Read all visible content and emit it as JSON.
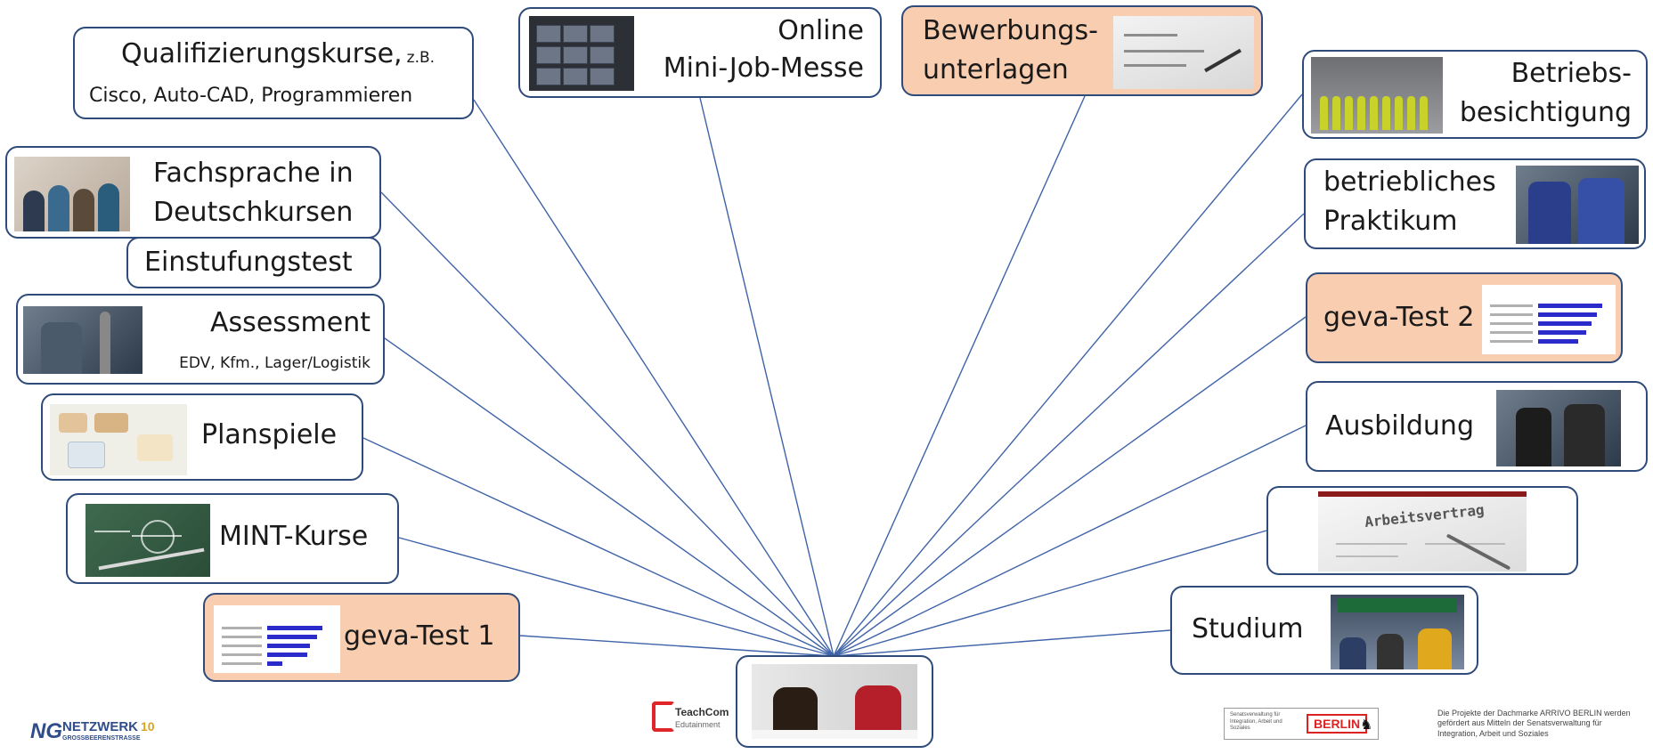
{
  "boxes": {
    "qualifizierungskurse": {
      "main": "Qualifizierungskurse,",
      "suffix": "z.B.",
      "line2": "Cisco, Auto-CAD, Programmieren"
    },
    "online_messe": {
      "line1": "Online",
      "line2": "Mini-Job-Messe"
    },
    "bewerbungsunterlagen": {
      "line1": "Bewerbungs-",
      "line2": "unterlagen"
    },
    "betriebsbesichtigung": {
      "line1": "Betriebs-",
      "line2": "besichtigung"
    },
    "fachsprache": {
      "line1": "Fachsprache in",
      "line2": "Deutschkursen"
    },
    "einstufungstest": {
      "label": "Einstufungstest"
    },
    "praktikum": {
      "line1": "betriebliches",
      "line2": "Praktikum"
    },
    "assessment": {
      "line1": "Assessment",
      "line2": "EDV, Kfm., Lager/Logistik"
    },
    "geva2": {
      "label": "geva-Test 2"
    },
    "planspiele": {
      "label": "Planspiele"
    },
    "ausbildung": {
      "label": "Ausbildung"
    },
    "mint": {
      "label": "MINT-Kurse"
    },
    "arbeitsvertrag": {
      "label": "Arbeitsvertrag"
    },
    "geva1": {
      "label": "geva-Test 1"
    },
    "studium": {
      "label": "Studium"
    }
  },
  "logos": {
    "netzwerk": {
      "ng": "NG",
      "name": "NETZWERK",
      "sub": "GROSSBEERENSTRASSE",
      "years": "10"
    },
    "teachcom": {
      "line1": "TeachCom",
      "line2": "Edutainment"
    },
    "senat": {
      "text": "Senatsverwaltung für Integration, Arbeit und Soziales",
      "city": "BERLIN",
      "bear_icon": "berlin-bear-icon"
    }
  },
  "footer_note": "Die Projekte der Dachmarke ARRIVO BERLIN werden gefördert aus Mitteln der Senatsverwaltung für Integration, Arbeit und Soziales",
  "colors": {
    "border": "#2f4b7c",
    "line": "#3f63a8",
    "highlight": "#f8cdb0"
  }
}
